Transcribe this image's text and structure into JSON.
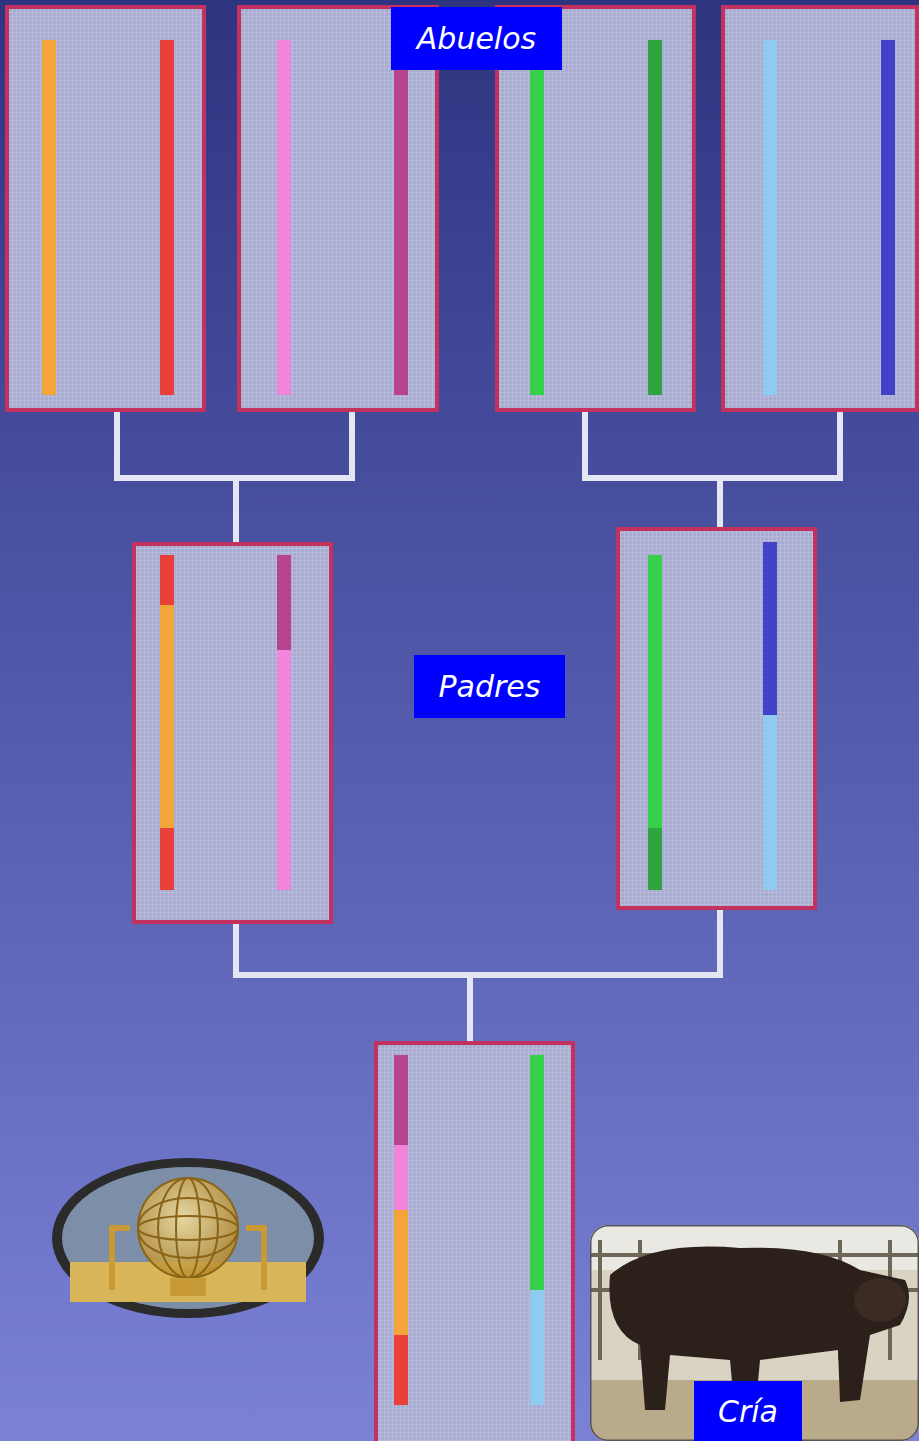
{
  "diagram": {
    "nodes": [
      {
        "text": [
          "Abuelos"
        ]
      },
      {
        "text": [
          "Padres"
        ]
      },
      {
        "text": [
          "Cría"
        ]
      }
    ]
  }
}
